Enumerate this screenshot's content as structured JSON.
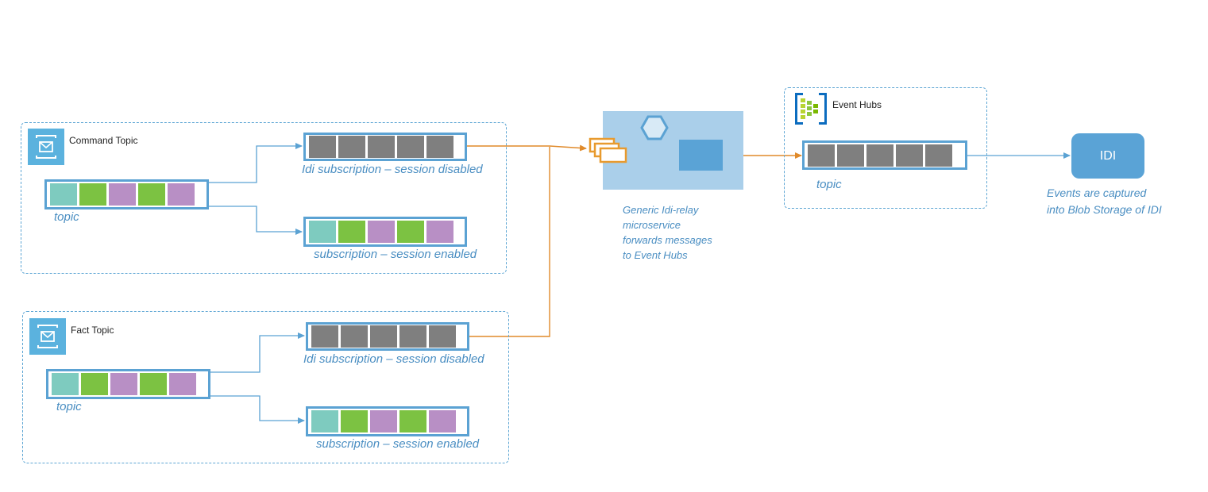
{
  "colors": {
    "group_border": "#5ea6d4",
    "queue_border": "#5ba2d3",
    "msg_teal": "#7ecbbf",
    "msg_green": "#7cc242",
    "msg_purple": "#b88fc5",
    "msg_gray": "#7f7f7f",
    "link_blue": "#5ba2d3",
    "link_orange": "#e08a2a",
    "relay_bg": "#aacfea",
    "idi_bg": "#5aa3d6",
    "caption": "#4a8ec2"
  },
  "command_group": {
    "title": "Command Topic",
    "icon": "service-bus-topic-icon",
    "topic": {
      "label": "topic",
      "messages": [
        "teal",
        "green",
        "purple",
        "green",
        "purple"
      ]
    },
    "idi_subscription": {
      "label": "Idi subscription – session disabled",
      "messages": [
        "gray",
        "gray",
        "gray",
        "gray",
        "gray"
      ]
    },
    "subscription": {
      "label": "subscription – session enabled",
      "messages": [
        "teal",
        "green",
        "purple",
        "green",
        "purple"
      ]
    }
  },
  "fact_group": {
    "title": "Fact Topic",
    "icon": "service-bus-topic-icon",
    "topic": {
      "label": "topic",
      "messages": [
        "teal",
        "green",
        "purple",
        "green",
        "purple"
      ]
    },
    "idi_subscription": {
      "label": "Idi subscription – session disabled",
      "messages": [
        "gray",
        "gray",
        "gray",
        "gray",
        "gray"
      ]
    },
    "subscription": {
      "label": "subscription – session enabled",
      "messages": [
        "teal",
        "green",
        "purple",
        "green",
        "purple"
      ]
    }
  },
  "relay": {
    "icon": "hexagon-icon",
    "input_icon": "message-stack-icon",
    "description": [
      "Generic Idi-relay",
      "microservice",
      "forwards messages",
      "to Event Hubs"
    ]
  },
  "event_hubs": {
    "title": "Event Hubs",
    "icon": "event-hubs-icon",
    "topic": {
      "label": "topic",
      "messages": [
        "gray",
        "gray",
        "gray",
        "gray",
        "gray"
      ]
    }
  },
  "idi": {
    "label": "IDI",
    "description": [
      "Events are captured",
      "into Blob Storage of IDI"
    ]
  }
}
